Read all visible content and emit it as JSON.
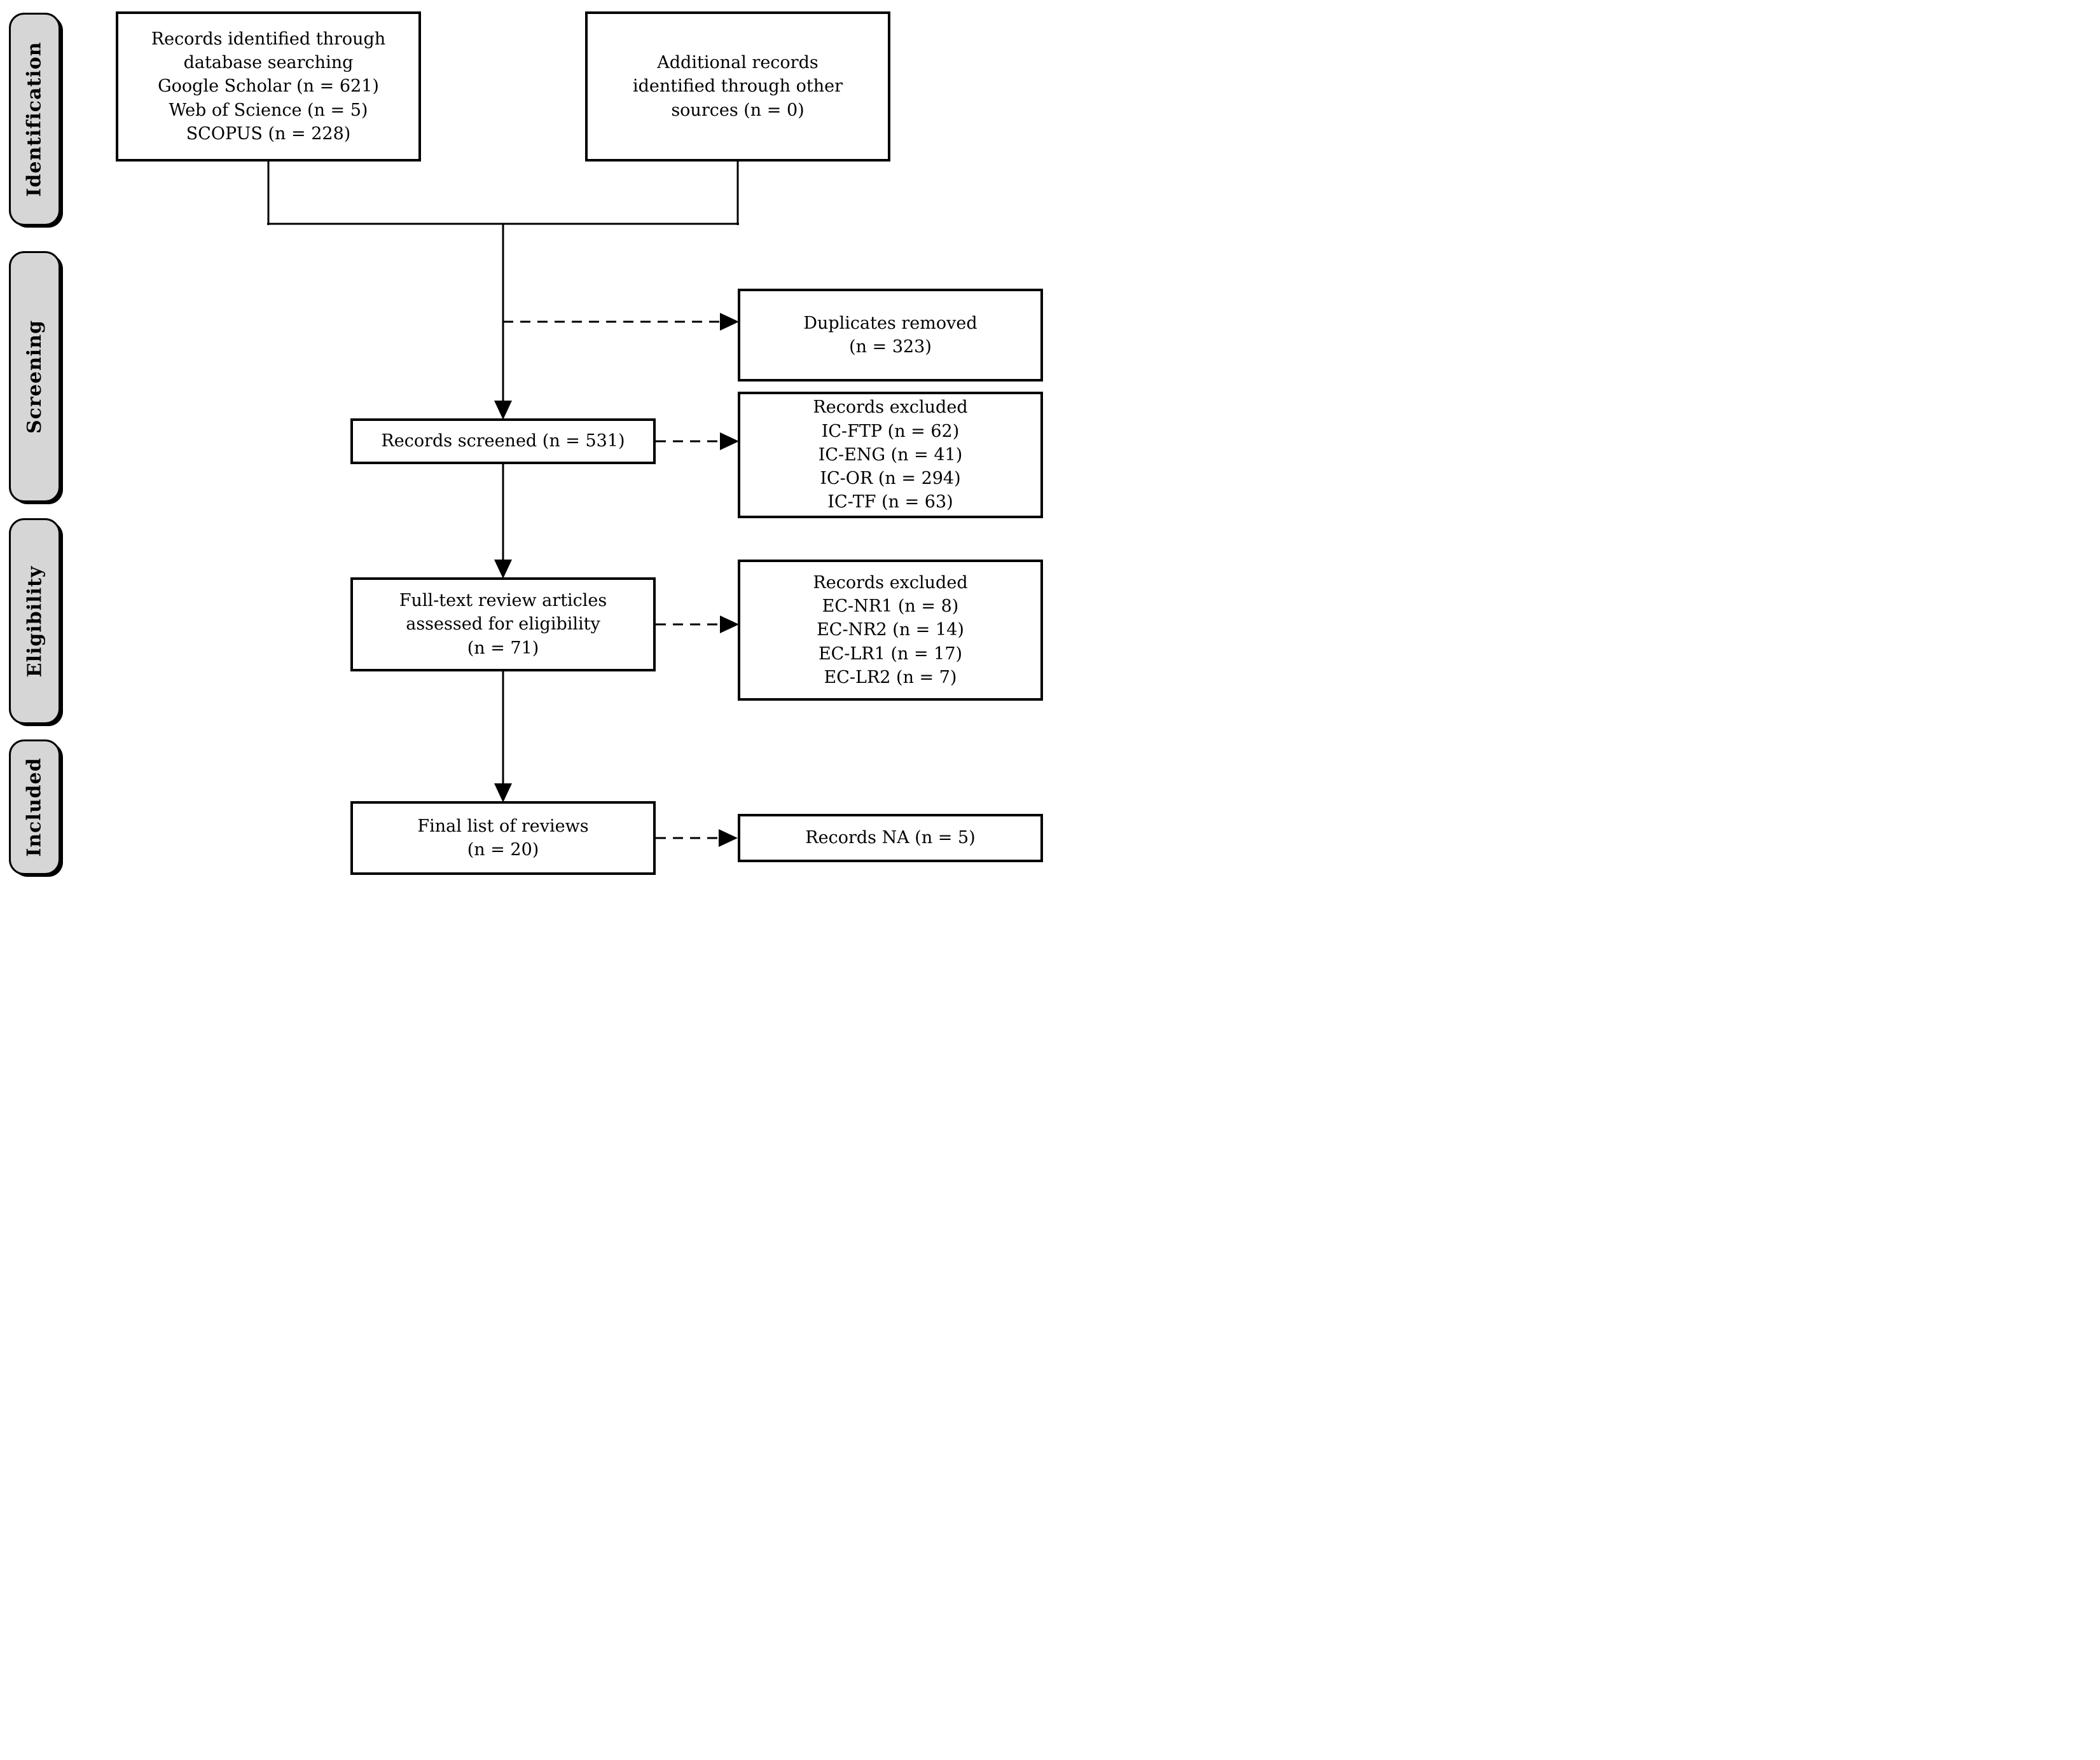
{
  "stages": [
    {
      "label": "Identification"
    },
    {
      "label": "Screening"
    },
    {
      "label": "Eligibility"
    },
    {
      "label": "Included"
    }
  ],
  "boxes": {
    "identified": {
      "text": "Records identified through\ndatabase searching\nGoogle Scholar (n = 621)\nWeb of Science (n = 5)\nSCOPUS (n = 228)"
    },
    "additional": {
      "text": "Additional records\nidentified through other\nsources (n = 0)"
    },
    "duplicates": {
      "text": "Duplicates removed\n(n = 323)"
    },
    "screened": {
      "text": "Records screened (n = 531)"
    },
    "excluded_screening": {
      "text": "Records excluded\nIC-FTP (n = 62)\nIC-ENG (n = 41)\nIC-OR (n = 294)\nIC-TF (n = 63)"
    },
    "fulltext": {
      "text": "Full-text review articles\nassessed for eligibility\n(n = 71)"
    },
    "excluded_eligibility": {
      "text": "Records excluded\nEC-NR1 (n = 8)\nEC-NR2 (n = 14)\nEC-LR1 (n = 17)\nEC-LR2 (n = 7)"
    },
    "final": {
      "text": "Final list of reviews\n(n = 20)"
    },
    "na": {
      "text": "Records NA (n = 5)"
    }
  },
  "colors": {
    "stage_fill": "#d6d6d6",
    "line": "#000000",
    "box_background": "#ffffff"
  }
}
